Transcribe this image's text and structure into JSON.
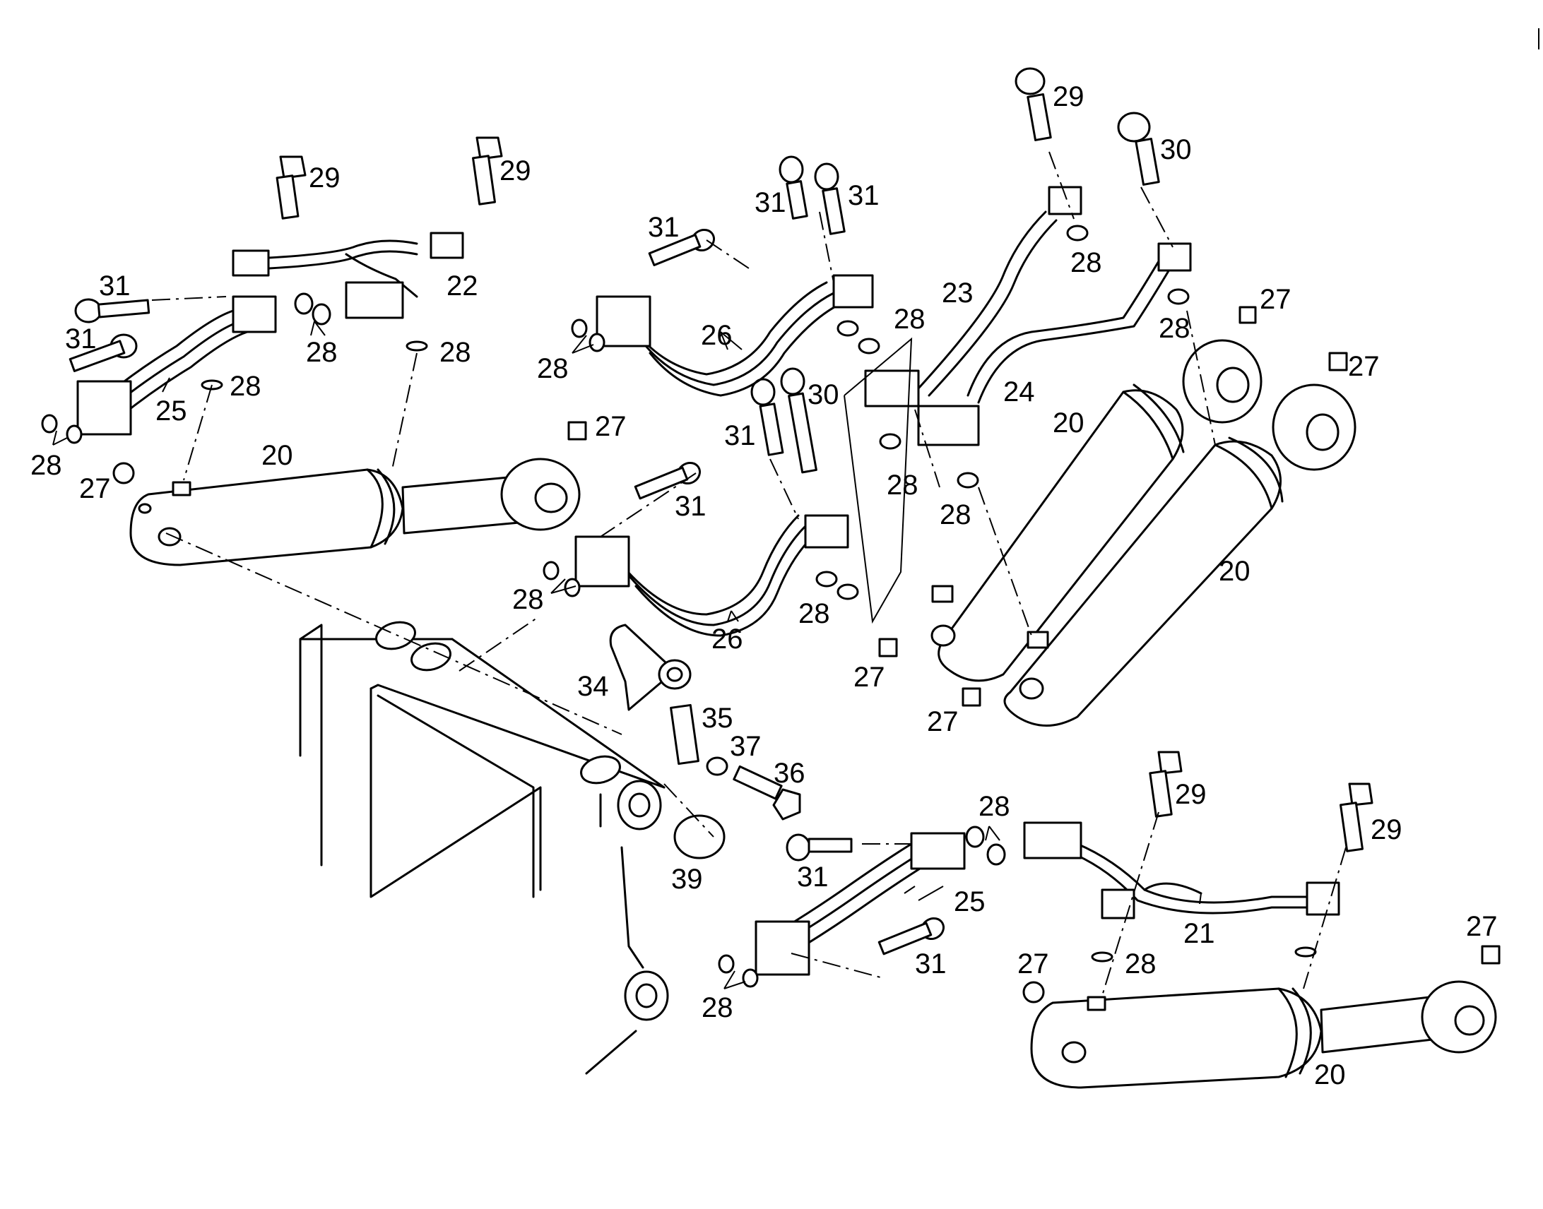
{
  "labels": {
    "l20a": "20",
    "l20b": "20",
    "l20c": "20",
    "l20d": "20",
    "l21": "21",
    "l22": "22",
    "l23": "23",
    "l24": "24",
    "l25a": "25",
    "l25b": "25",
    "l26a": "26",
    "l26b": "26",
    "l27a": "27",
    "l27b": "27",
    "l27c": "27",
    "l27d": "27",
    "l27e": "27",
    "l27f": "27",
    "l27g": "27",
    "l27h": "27",
    "l28a": "28",
    "l28b": "28",
    "l28c": "28",
    "l28d": "28",
    "l28e": "28",
    "l28f": "28",
    "l28g": "28",
    "l28h": "28",
    "l28i": "28",
    "l28j": "28",
    "l28k": "28",
    "l28l": "28",
    "l28m": "28",
    "l28n": "28",
    "l28o": "28",
    "l29a": "29",
    "l29b": "29",
    "l29c": "29",
    "l29d": "29",
    "l29e": "29",
    "l30a": "30",
    "l30b": "30",
    "l31a": "31",
    "l31b": "31",
    "l31c": "31",
    "l31d": "31",
    "l31e": "31",
    "l31f": "31",
    "l31g": "31",
    "l31h": "31",
    "l31i": "31",
    "l34": "34",
    "l35": "35",
    "l36": "36",
    "l37": "37",
    "l39": "39"
  }
}
